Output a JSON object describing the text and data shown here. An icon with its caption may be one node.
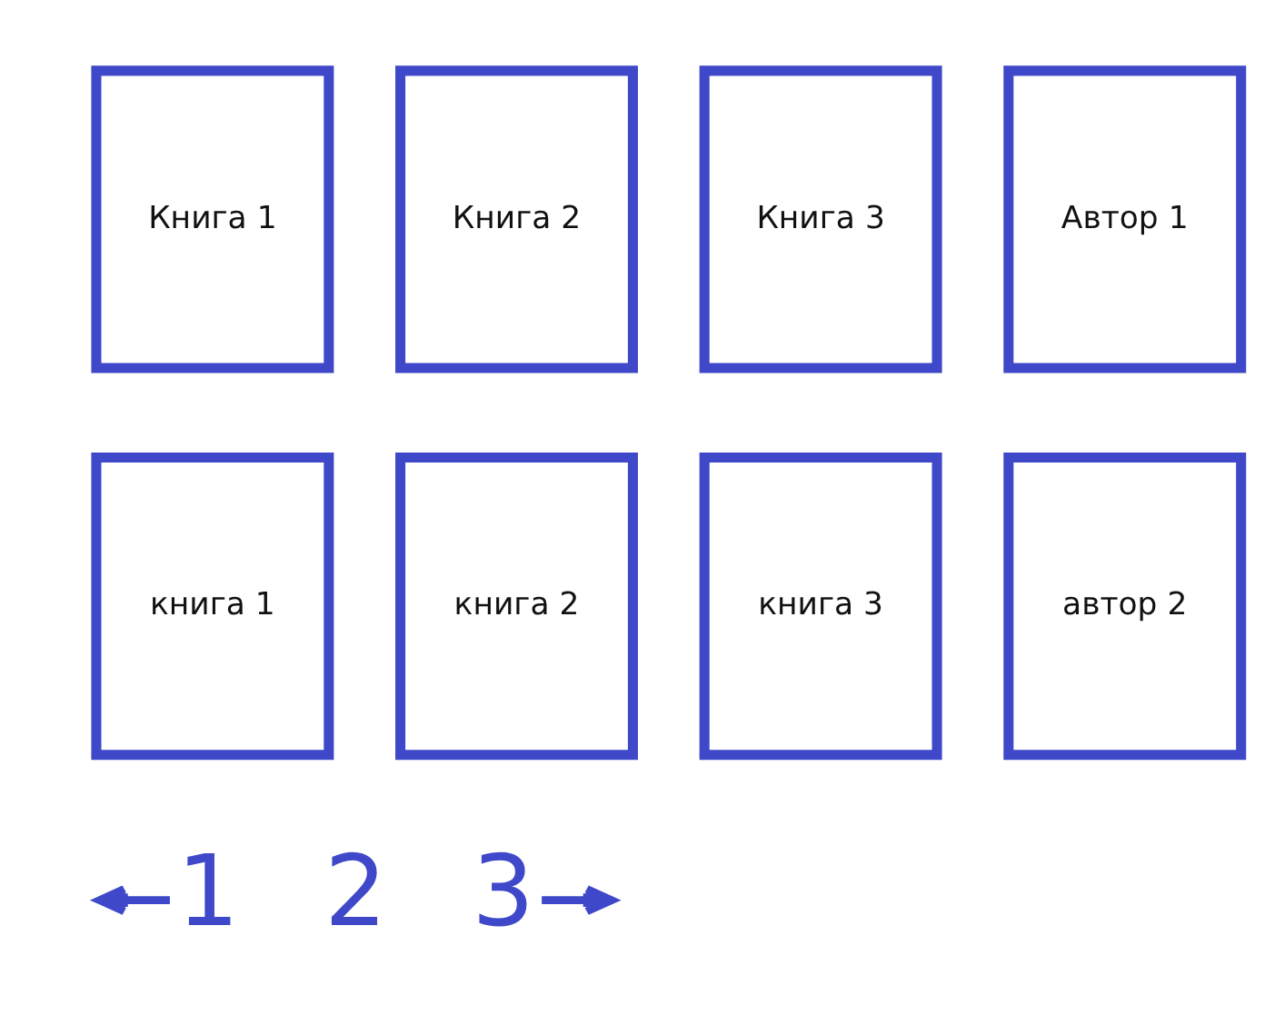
{
  "diagram": {
    "nodes": [
      {
        "text": [
          "Книга 1"
        ]
      },
      {
        "text": [
          "Книга 2"
        ]
      },
      {
        "text": [
          "Книга 3"
        ]
      },
      {
        "text": [
          "Автор 1"
        ]
      },
      {
        "text": [
          "книга 1"
        ]
      },
      {
        "text": [
          "книга 2"
        ]
      },
      {
        "text": [
          "книга 3"
        ]
      },
      {
        "text": [
          "автор 2"
        ]
      },
      {
        "text": [
          "1"
        ]
      },
      {
        "text": [
          "2"
        ]
      },
      {
        "text": [
          "3"
        ]
      }
    ],
    "edges": [
      {
        "from": 8,
        "to": null,
        "arrow": "to"
      },
      {
        "from": 10,
        "to": null,
        "arrow": "to"
      }
    ]
  }
}
